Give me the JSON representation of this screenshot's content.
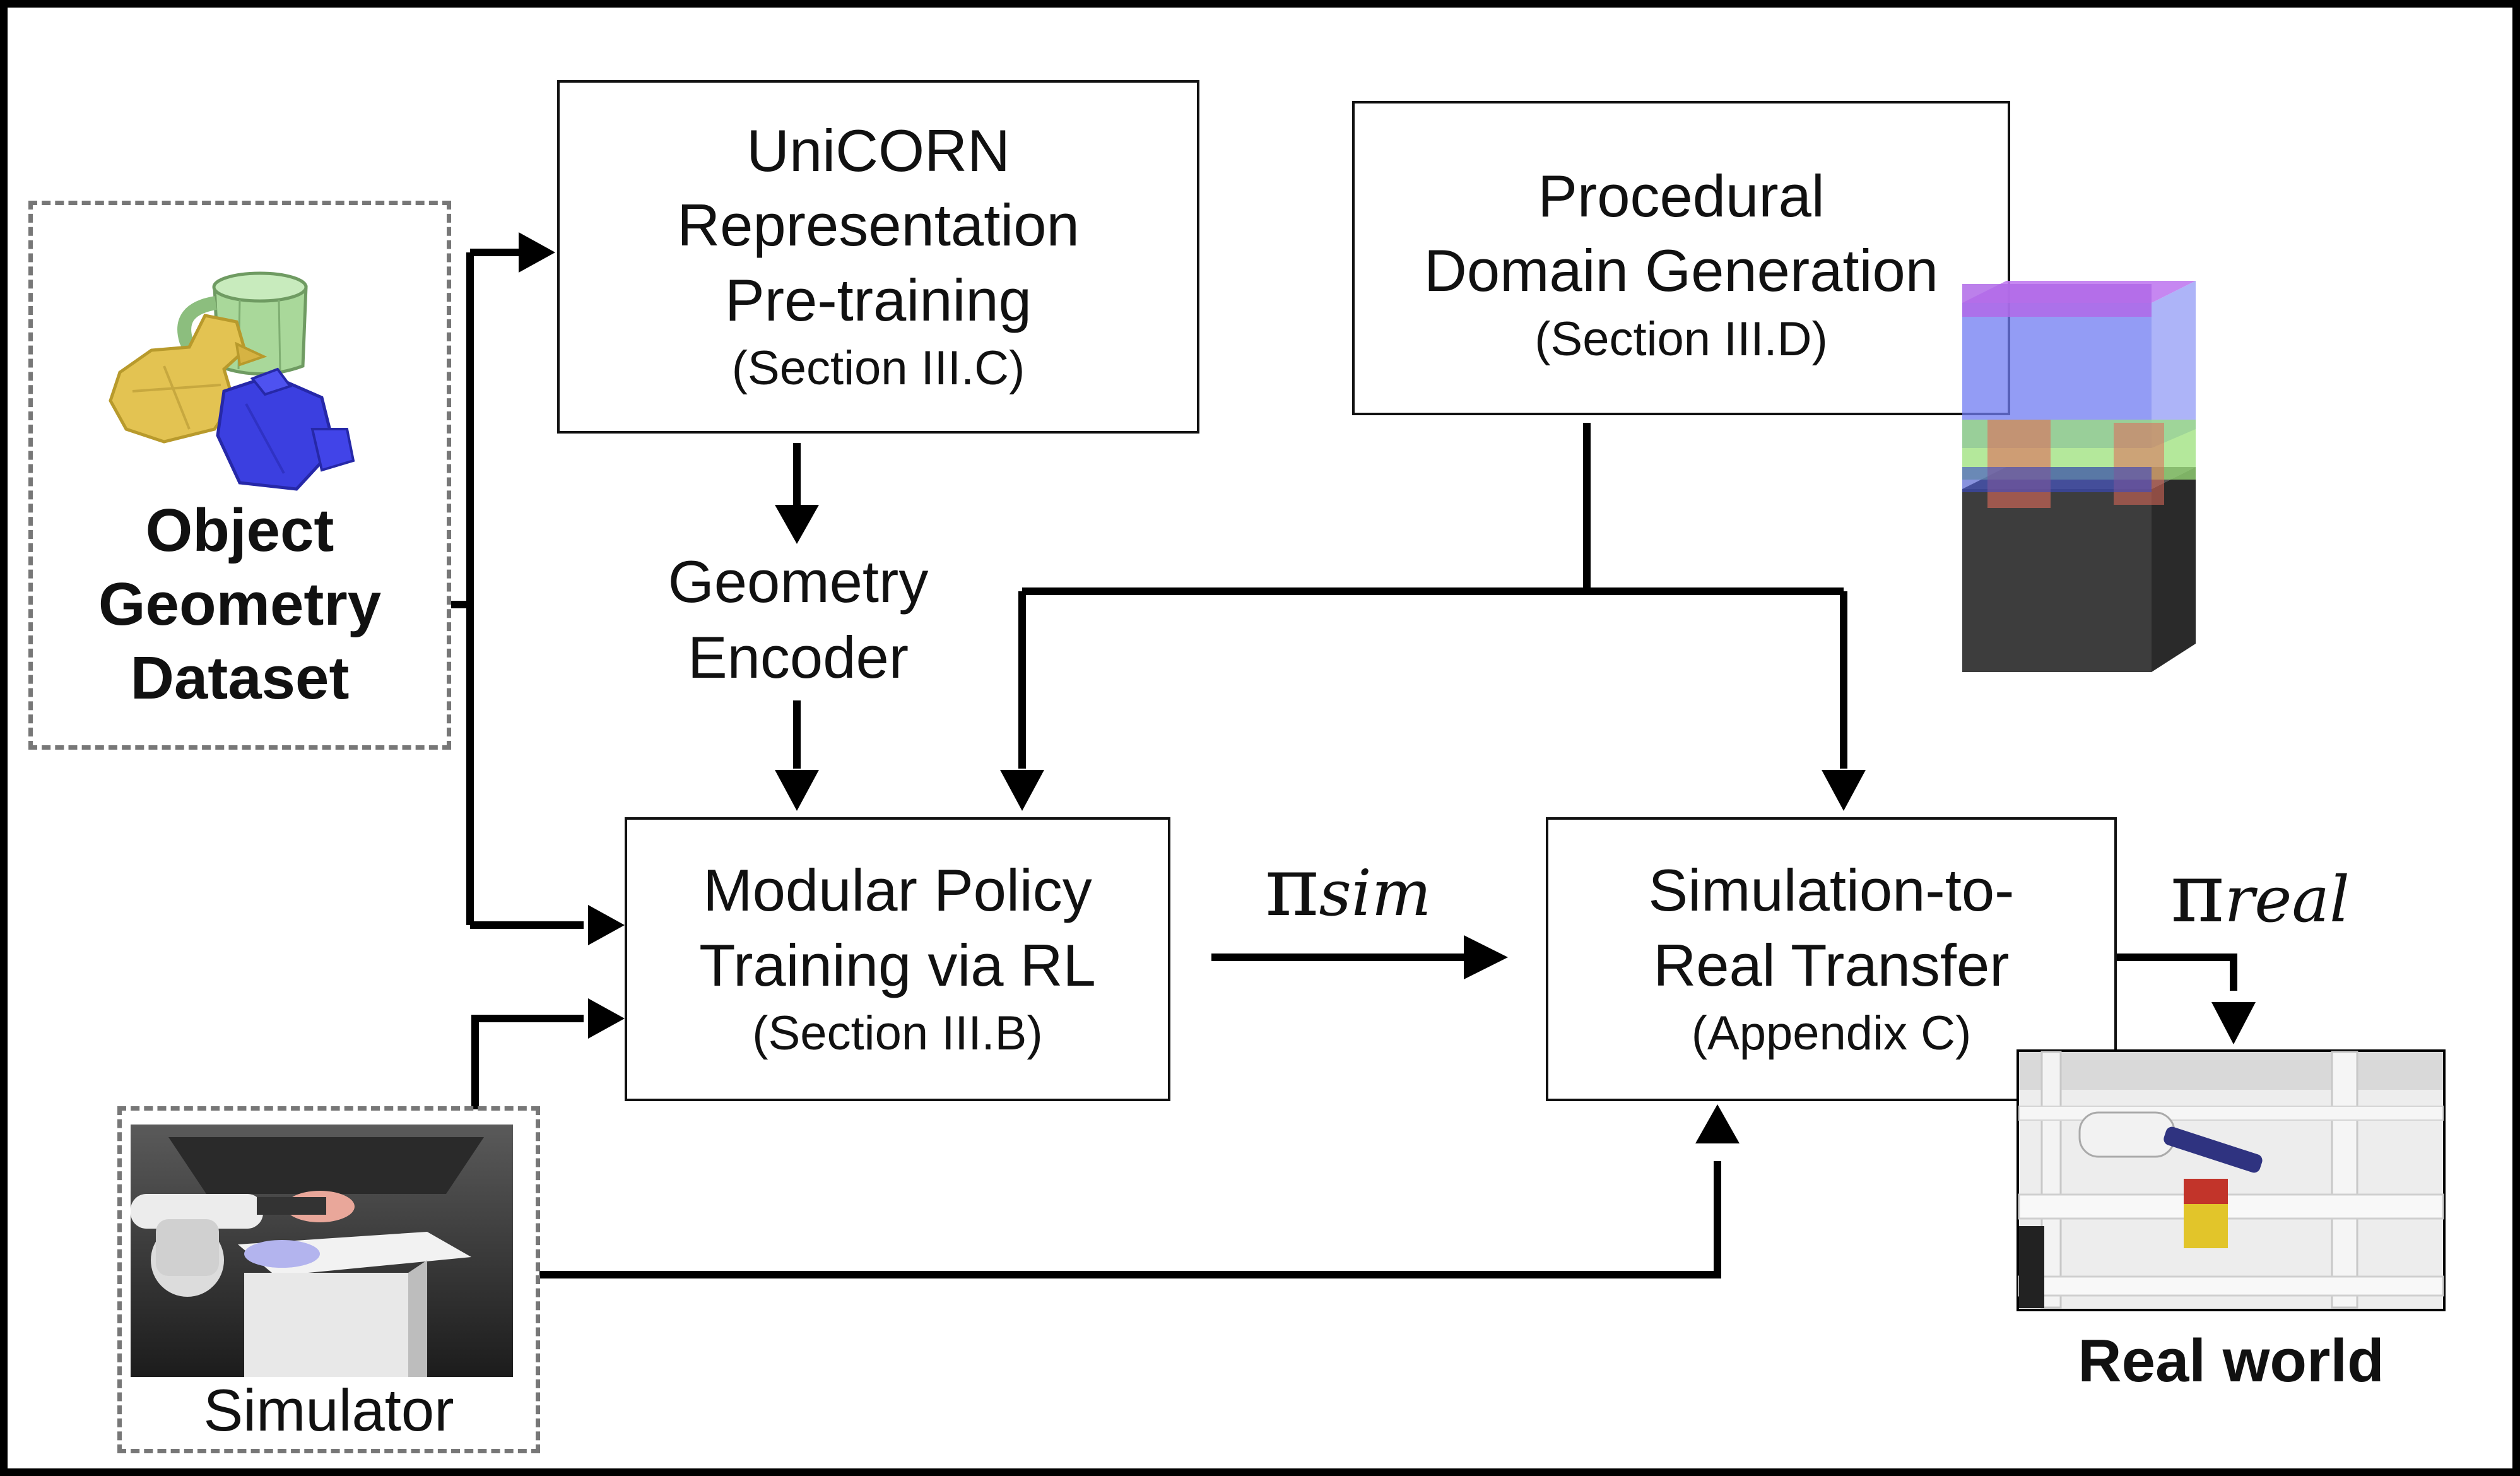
{
  "boxes": {
    "unicorn": {
      "lines": [
        "UniCORN",
        "Representation",
        "Pre-training"
      ],
      "section": "(Section III.C)"
    },
    "procedural": {
      "lines": [
        "Procedural",
        "Domain Generation"
      ],
      "section": "(Section III.D)"
    },
    "policy": {
      "lines": [
        "Modular Policy",
        "Training via RL"
      ],
      "section": "(Section III.B)"
    },
    "sim2real": {
      "lines": [
        "Simulation-to-",
        "Real Transfer"
      ],
      "section": "(Appendix C)"
    }
  },
  "labels": {
    "dataset": [
      "Object",
      "Geometry",
      "Dataset"
    ],
    "encoder": [
      "Geometry",
      "Encoder"
    ],
    "simulator": "Simulator",
    "real_world": "Real world"
  },
  "policies": {
    "sim": {
      "symbol": "π",
      "subscript": "sim"
    },
    "real": {
      "symbol": "π",
      "subscript": "real"
    }
  },
  "colors": {
    "border": "#000000",
    "arrow": "#000000",
    "dashed_border": "#777777",
    "duck": "#e3c352",
    "mug": "#a9d89a",
    "camera": "#3b3fe0",
    "domain_purple": "#b06ae8",
    "domain_blue": "#6f7bf2",
    "domain_green": "#9be07a",
    "domain_red": "#e06a5a",
    "domain_base": "#3d3d3d"
  },
  "icons": [
    "duck-mesh-icon",
    "mug-mesh-icon",
    "camera-mesh-icon",
    "procedural-domain-icon"
  ],
  "images": [
    "simulator-scene-image",
    "real-world-photo"
  ]
}
